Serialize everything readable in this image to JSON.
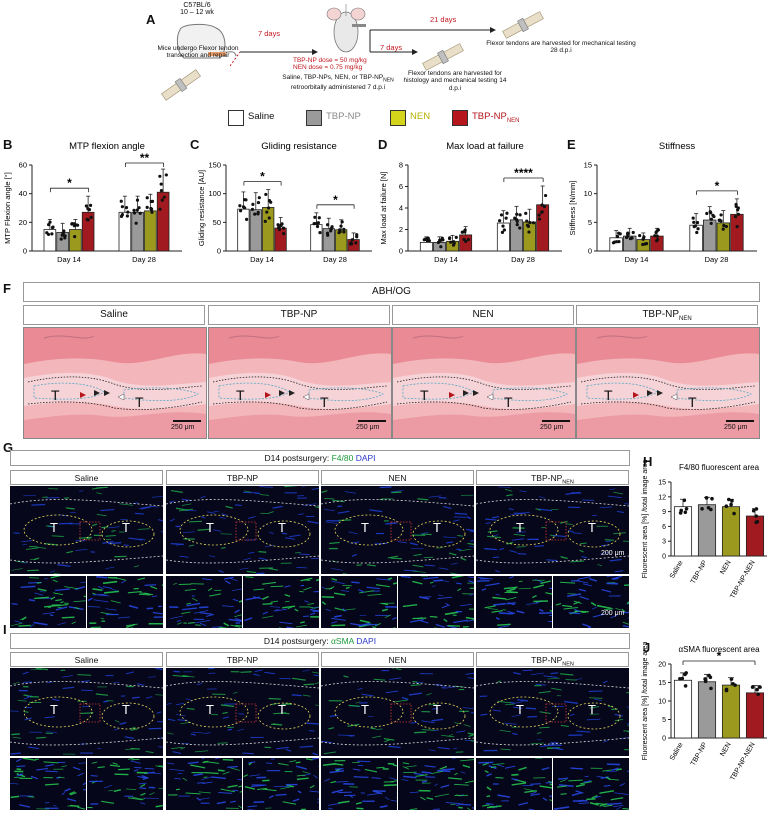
{
  "panels": {
    "a": "A",
    "b": "B",
    "c": "C",
    "d": "D",
    "e": "E",
    "f": "F",
    "g": "G",
    "h": "H",
    "i": "I",
    "j": "J"
  },
  "schematic": {
    "strain": "C57BL/6",
    "age": "10 – 12 wk",
    "surgery_text": "Mice undergo Flexor tendon transection and repair",
    "days_7a": "7 days",
    "days_7b": "7 days",
    "days_21": "21 days",
    "dose_np": "TBP-NP dose = 50 mg/kg",
    "dose_nen": "NEN dose = 0.75 mg/kg",
    "admin_text": "Saline, TBP-NPs, NEN, or TBP-NP",
    "admin_sub": "NEN",
    "admin_text2": "retroorbitally administered 7 d.p.i",
    "harvest14": "Flexor tendons are harvested for histology and mechanical testing 14 d.p.i",
    "harvest28": "Flexor tendons are harvested for mechanical testing 28 d.p.i"
  },
  "legend": {
    "saline": "Saline",
    "tbpnp": "TBP-NP",
    "nen": "NEN",
    "tbpnpnen": "TBP-NP",
    "tbpnpnen_sub": "NEN"
  },
  "colors": {
    "saline": "#ffffff",
    "tbpnp": "#9a9a9a",
    "nen": "#9c9a1e",
    "tbpnpnen": "#a11a1f",
    "legend_nen": "#d4d41a",
    "legend_tbpnpnen": "#b5151b"
  },
  "chart_data": [
    {
      "id": "B",
      "type": "bar",
      "title": "MTP flexion angle",
      "ylabel": "MTP Flexion angle [°]",
      "ylim": [
        0,
        60
      ],
      "yticks": [
        "0",
        "20",
        "40",
        "60"
      ],
      "categories": [
        "Day 14",
        "Day 28"
      ],
      "series": [
        {
          "name": "Saline",
          "values": [
            15,
            27
          ]
        },
        {
          "name": "TBP-NP",
          "values": [
            13,
            27
          ]
        },
        {
          "name": "NEN",
          "values": [
            15,
            28
          ]
        },
        {
          "name": "TBP-NPNEN",
          "values": [
            27,
            41
          ]
        }
      ],
      "sig": [
        {
          "label": "*",
          "group": 0
        },
        {
          "label": "**",
          "group": 1
        }
      ]
    },
    {
      "id": "C",
      "type": "bar",
      "title": "Gliding resistance",
      "ylabel": "Gliding resistance [AU]",
      "ylim": [
        0,
        150
      ],
      "yticks": [
        "0",
        "50",
        "100",
        "150"
      ],
      "categories": [
        "Day 14",
        "Day 28"
      ],
      "series": [
        {
          "name": "Saline",
          "values": [
            73,
            46
          ]
        },
        {
          "name": "TBP-NP",
          "values": [
            72,
            39
          ]
        },
        {
          "name": "NEN",
          "values": [
            76,
            37
          ]
        },
        {
          "name": "TBP-NPNEN",
          "values": [
            40,
            20
          ]
        }
      ],
      "sig": [
        {
          "label": "*",
          "group": 0
        },
        {
          "label": "*",
          "group": 1
        }
      ]
    },
    {
      "id": "D",
      "type": "bar",
      "title": "Max load at failure",
      "ylabel": "Max load at failure [N]",
      "ylim": [
        0,
        8
      ],
      "yticks": [
        "0",
        "2",
        "4",
        "6",
        "8"
      ],
      "categories": [
        "Day 14",
        "Day 28"
      ],
      "series": [
        {
          "name": "Saline",
          "values": [
            0.8,
            2.6
          ]
        },
        {
          "name": "TBP-NP",
          "values": [
            0.8,
            2.9
          ]
        },
        {
          "name": "NEN",
          "values": [
            0.9,
            2.7
          ]
        },
        {
          "name": "TBP-NPNEN",
          "values": [
            1.5,
            4.3
          ]
        }
      ],
      "sig": [
        {
          "label": "****",
          "group": 1
        }
      ]
    },
    {
      "id": "E",
      "type": "bar",
      "title": "Stiffness",
      "ylabel": "Stiffness [N/mm]",
      "ylim": [
        0,
        15
      ],
      "yticks": [
        "0",
        "5",
        "10",
        "15"
      ],
      "categories": [
        "Day 14",
        "Day 28"
      ],
      "series": [
        {
          "name": "Saline",
          "values": [
            2.3,
            4.5
          ]
        },
        {
          "name": "TBP-NP",
          "values": [
            2.6,
            5.4
          ]
        },
        {
          "name": "NEN",
          "values": [
            2.0,
            4.9
          ]
        },
        {
          "name": "TBP-NPNEN",
          "values": [
            2.6,
            6.4
          ]
        }
      ],
      "sig": [
        {
          "label": "*",
          "group": 1
        }
      ]
    },
    {
      "id": "H",
      "type": "bar",
      "title": "F4/80 fluorescent area",
      "ylabel": "Fluorescent area [%] /total image area",
      "ylim": [
        0,
        15
      ],
      "yticks": [
        "0",
        "3",
        "6",
        "9",
        "12",
        "15"
      ],
      "categories": [
        "Saline",
        "TBP-NP",
        "NEN",
        "TBP-NP-NEN"
      ],
      "values": [
        10.0,
        10.4,
        10.0,
        8.1
      ],
      "sig": []
    },
    {
      "id": "J",
      "type": "bar",
      "title": "αSMA fluorescent area",
      "ylabel": "Fluorescent area [%] /total image area",
      "ylim": [
        0,
        20
      ],
      "yticks": [
        "0",
        "5",
        "10",
        "15",
        "20"
      ],
      "categories": [
        "Saline",
        "TBP-NP",
        "NEN",
        "TBP-NP-NEN"
      ],
      "values": [
        15.6,
        15.2,
        14.3,
        12.2
      ],
      "sig": [
        {
          "label": "*",
          "from": 0,
          "to": 3
        }
      ]
    }
  ],
  "histology": {
    "stain": "ABH/OG",
    "panels": [
      {
        "label": "Saline",
        "sub": "",
        "scale": "250 μm"
      },
      {
        "label": "TBP-NP",
        "sub": "",
        "scale": "250 μm"
      },
      {
        "label": "NEN",
        "sub": "",
        "scale": "250 μm"
      },
      {
        "label": "TBP-NP",
        "sub": "NEN",
        "scale": "250 μm"
      }
    ],
    "tendon_label": "T"
  },
  "if_g": {
    "header_prefix": "D14 postsurgery: ",
    "marker": "F4/80",
    "dapi": "DAPI",
    "panels": [
      {
        "label": "Saline",
        "sub": ""
      },
      {
        "label": "TBP-NP",
        "sub": ""
      },
      {
        "label": "NEN",
        "sub": ""
      },
      {
        "label": "TBP-NP",
        "sub": "NEN"
      }
    ],
    "scale_top": "200 μm",
    "scale_bottom": "200 μm",
    "marker_color": "#2fd05a"
  },
  "if_i": {
    "header_prefix": "D14 postsurgery: ",
    "marker": "αSMA",
    "dapi": "DAPI",
    "panels": [
      {
        "label": "Saline",
        "sub": ""
      },
      {
        "label": "TBP-NP",
        "sub": ""
      },
      {
        "label": "NEN",
        "sub": ""
      },
      {
        "label": "TBP-NP",
        "sub": "NEN"
      }
    ],
    "marker_color": "#2fd05a"
  }
}
